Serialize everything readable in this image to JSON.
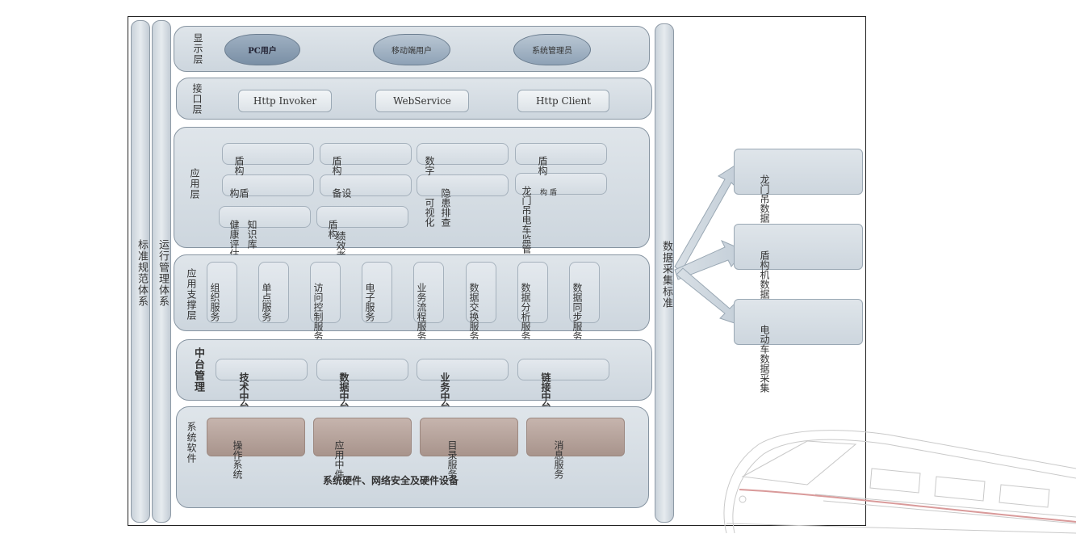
{
  "pillars": {
    "standard": "标准规范体系",
    "ops": "运行管理体系",
    "collection": "数据采集标准"
  },
  "display_layer": {
    "label": "显示层",
    "users": [
      "PC用户",
      "移动端用户",
      "系统管理员"
    ]
  },
  "interface_layer": {
    "label": "接口层",
    "items": [
      "Http Invoker",
      "WebService",
      "Http Client"
    ]
  },
  "application_layer": {
    "label": "应用层",
    "items": [
      "盾构",
      "盾构",
      "数字",
      "盾构",
      "盾构",
      "设备",
      "可视化",
      "隐患排查",
      "龙门吊电车监管",
      "健康评估",
      "知识库",
      "盾构",
      "绩效考核",
      "盾构"
    ]
  },
  "support_layer": {
    "label": "应用支撑层",
    "items": [
      "组织服务",
      "单点服务",
      "访问控制服务",
      "电子服务",
      "业务流程服务",
      "数据交换服务",
      "数据分析服务",
      "数据同步服务"
    ]
  },
  "middle_layer": {
    "label": "中台管理",
    "items": [
      "技术中台",
      "数据中台",
      "业务中台",
      "链接中台"
    ]
  },
  "system_layer": {
    "label": "系统软件",
    "items": [
      "操作系统",
      "应用中件",
      "目录服务",
      "消息服务"
    ],
    "footer": "系统硬件、网络安全及硬件设备"
  },
  "data_sources": [
    "龙门吊数据",
    "盾构机数据",
    "电动车数据采集"
  ],
  "colors": {
    "layer": "#d6dde3",
    "ellipse": "#8ea2b6",
    "brown_box": "#b5a29a",
    "border": "#222222"
  }
}
